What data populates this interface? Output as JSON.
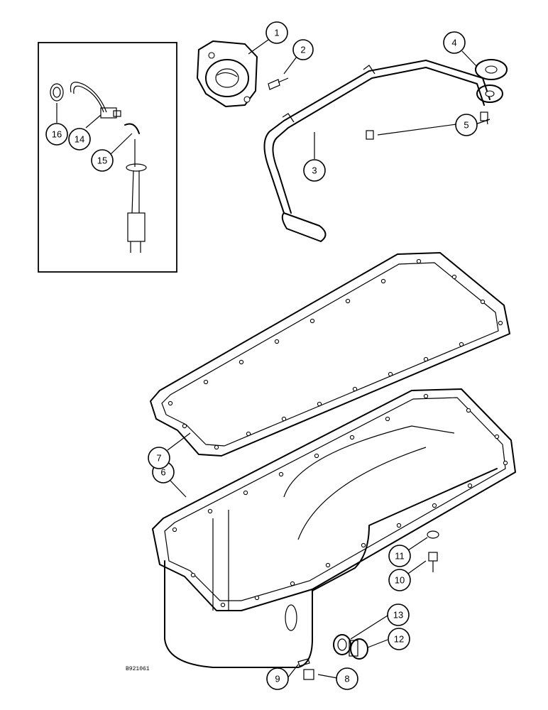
{
  "diagram": {
    "reference_code": "B921061",
    "callouts": [
      {
        "id": "1",
        "label": "1"
      },
      {
        "id": "2",
        "label": "2"
      },
      {
        "id": "3",
        "label": "3"
      },
      {
        "id": "4",
        "label": "4"
      },
      {
        "id": "5",
        "label": "5"
      },
      {
        "id": "6",
        "label": "6"
      },
      {
        "id": "7",
        "label": "7"
      },
      {
        "id": "8",
        "label": "8"
      },
      {
        "id": "9",
        "label": "9"
      },
      {
        "id": "10",
        "label": "10"
      },
      {
        "id": "11",
        "label": "11"
      },
      {
        "id": "12",
        "label": "12"
      },
      {
        "id": "13",
        "label": "13"
      },
      {
        "id": "14",
        "label": "14"
      },
      {
        "id": "15",
        "label": "15"
      },
      {
        "id": "16",
        "label": "16"
      }
    ]
  }
}
